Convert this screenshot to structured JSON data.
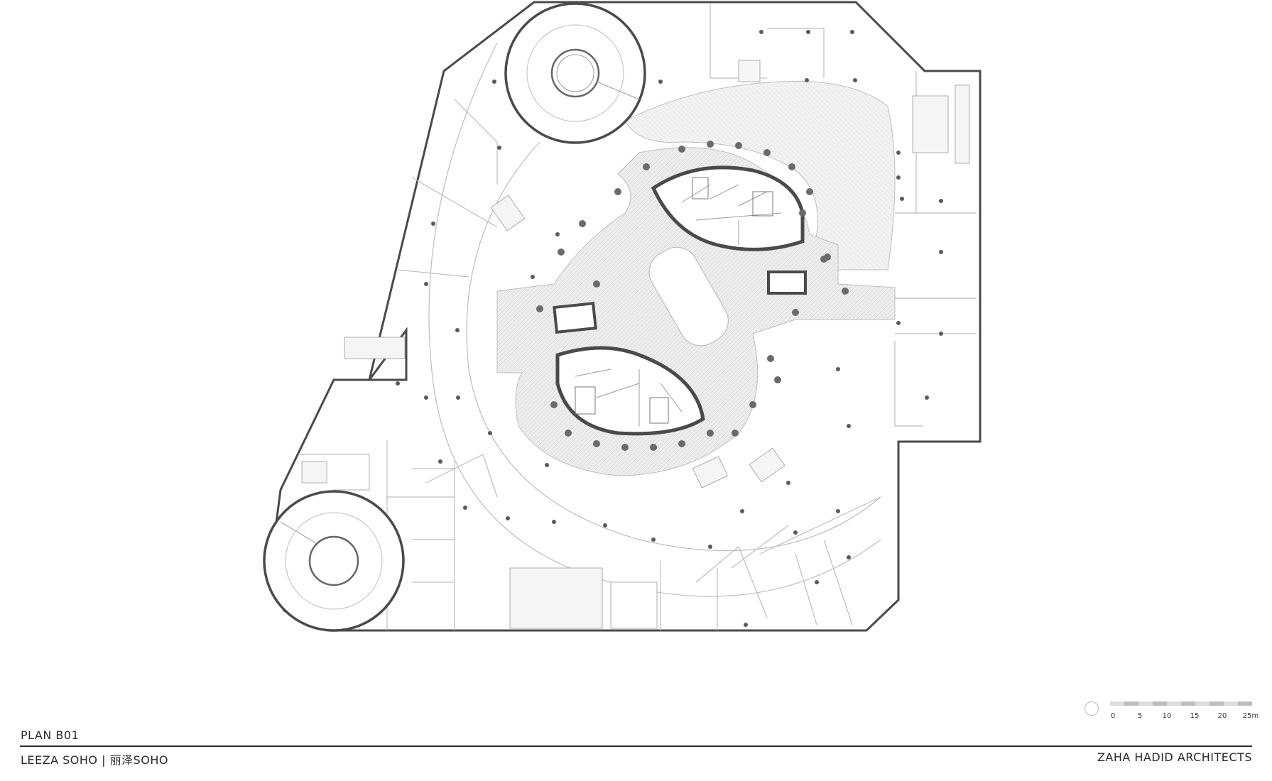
{
  "drawing": {
    "plan_label": "PLAN B01",
    "project_label": "LEEZA SOHO | 丽泽SOHO",
    "firm_label": "ZAHA HADID ARCHITECTS"
  },
  "scale_bar": {
    "ticks": [
      "0",
      "5",
      "10",
      "15",
      "20",
      "25m"
    ]
  },
  "colors": {
    "wall": "#4a4a4a",
    "line": "#bdbdbd",
    "column": "#666666",
    "atrium_fill": "#eeeeee",
    "courtyard_fill": "#f2f2f2"
  },
  "icons": [
    "north-arrow-icon"
  ]
}
